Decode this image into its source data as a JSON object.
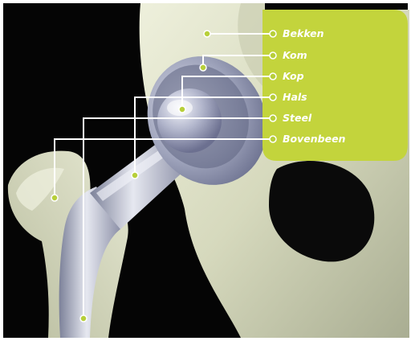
{
  "colors": {
    "background": "#050505",
    "bone": "#d9dcc2",
    "implant": "#a9aebf",
    "label_panel": "#c3d43c",
    "leader_line": "#ffffff",
    "dot": "#b7cf3a"
  },
  "labels": [
    {
      "id": "bekken",
      "text": "Bekken"
    },
    {
      "id": "kom",
      "text": "Kom"
    },
    {
      "id": "kop",
      "text": "Kop"
    },
    {
      "id": "hals",
      "text": "Hals"
    },
    {
      "id": "steel",
      "text": "Steel"
    },
    {
      "id": "bovenbeen",
      "text": "Bovenbeen"
    }
  ]
}
